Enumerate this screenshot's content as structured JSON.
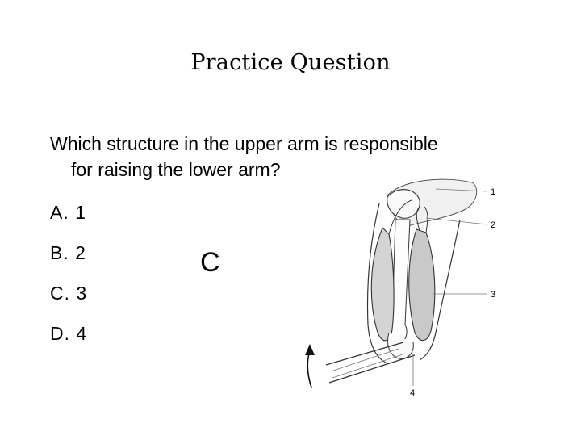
{
  "title": "Practice Question",
  "question": {
    "line1": "Which structure in the upper arm is responsible",
    "line2": "for raising the lower arm?"
  },
  "options": [
    "A. 1",
    "B. 2",
    "C. 3",
    "D. 4"
  ],
  "answer": "C",
  "diagram": {
    "labels": [
      "1",
      "2",
      "3",
      "4"
    ]
  }
}
